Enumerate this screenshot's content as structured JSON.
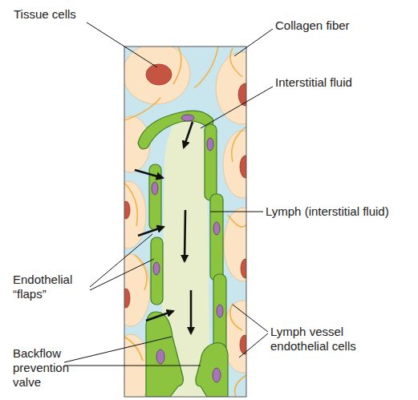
{
  "diagram": {
    "labels": [
      "Tissue cells",
      "Collagen fiber",
      "Interstitial fluid",
      "Lymph (interstitial fluid)",
      "Endothelial “flaps”",
      "Lymph vessel endothelial cells",
      "Backflow prevention valve"
    ]
  }
}
